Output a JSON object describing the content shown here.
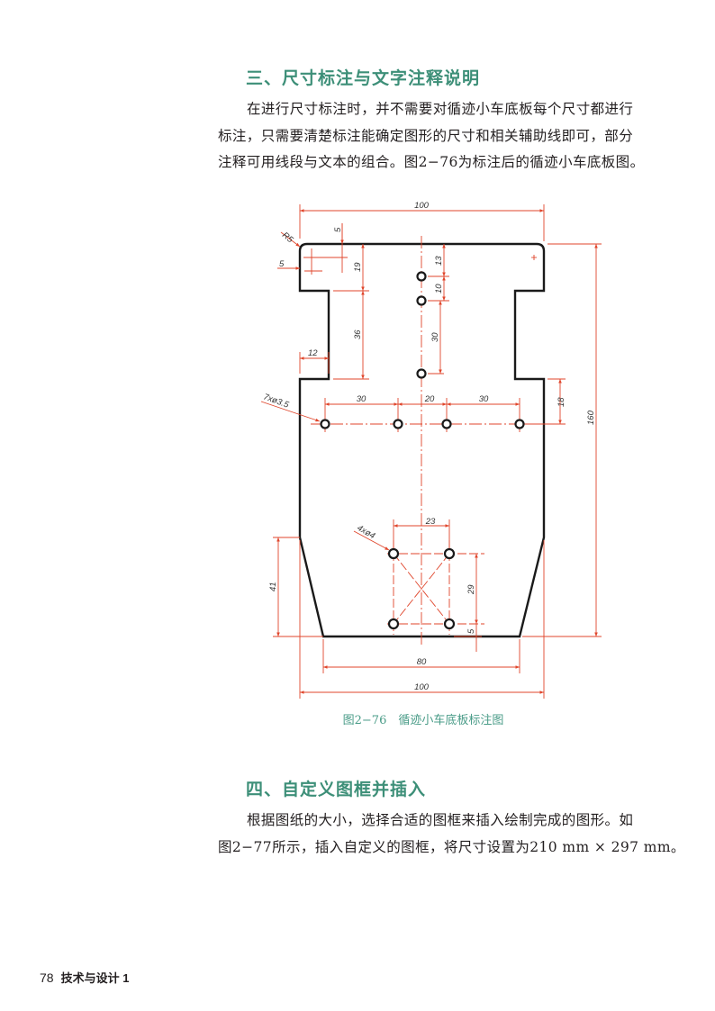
{
  "section3": {
    "heading": "三、尺寸标注与文字注释说明",
    "lines": [
      "在进行尺寸标注时，并不需要对循迹小车底板每个尺寸都进行",
      "标注，只需要清楚标注能确定图形的尺寸和相关辅助线即可，部分",
      "注释可用线段与文本的组合。图2−76为标注后的循迹小车底板图。"
    ]
  },
  "figure": {
    "caption": "图2−76　循迹小车底板标注图",
    "dims": {
      "top_width": "100",
      "r5": "R5",
      "five_top": "5",
      "five_left": "5",
      "d19": "19",
      "d36": "36",
      "d12": "12",
      "d13": "13",
      "d10": "10",
      "d30v": "30",
      "holes7": "7xø3.5",
      "d30a": "30",
      "d20": "20",
      "d30b": "30",
      "d18": "18",
      "d160": "160",
      "holes4": "4xø4",
      "d23": "23",
      "d29": "29",
      "d5b": "5",
      "d41": "41",
      "d80": "80",
      "bottom_width": "100"
    },
    "colors": {
      "outline": "#1a1a1a",
      "dimension": "#e0452b"
    }
  },
  "section4": {
    "heading": "四、自定义图框并插入",
    "lines": [
      "根据图纸的大小，选择合适的图框来插入绘制完成的图形。如",
      "图2−77所示，插入自定义的图框，将尺寸设置为210 mm × 297 mm。"
    ]
  },
  "footer": {
    "page_number": "78",
    "book_title": "技术与设计 1"
  }
}
